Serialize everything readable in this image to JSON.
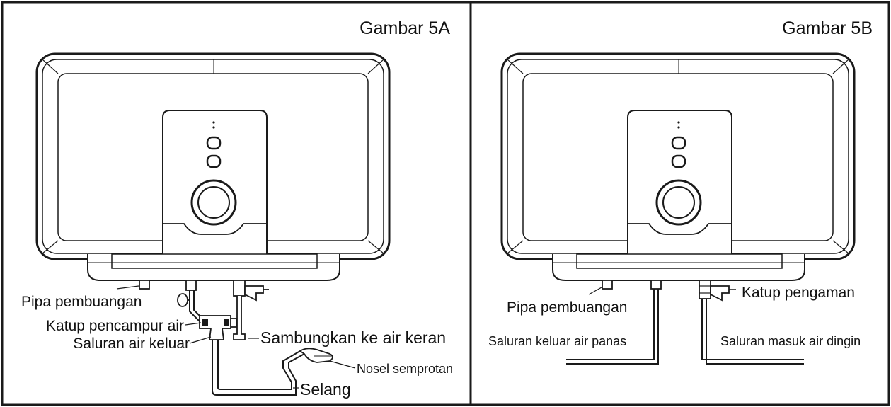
{
  "panels": [
    {
      "title": "Gambar 5A",
      "labels": {
        "drain_pipe": "Pipa pembuangan",
        "mixing_valve": "Katup pencampur air",
        "outlet": "Saluran air keluar",
        "tap_connect": "Sambungkan ke air keran",
        "spray_nozzle": "Nosel semprotan",
        "hose": "Selang"
      }
    },
    {
      "title": "Gambar 5B",
      "labels": {
        "drain_pipe": "Pipa pembuangan",
        "safety_valve": "Katup pengaman",
        "hot_outlet": "Saluran keluar air panas",
        "cold_inlet": "Saluran masuk air dingin"
      }
    }
  ]
}
